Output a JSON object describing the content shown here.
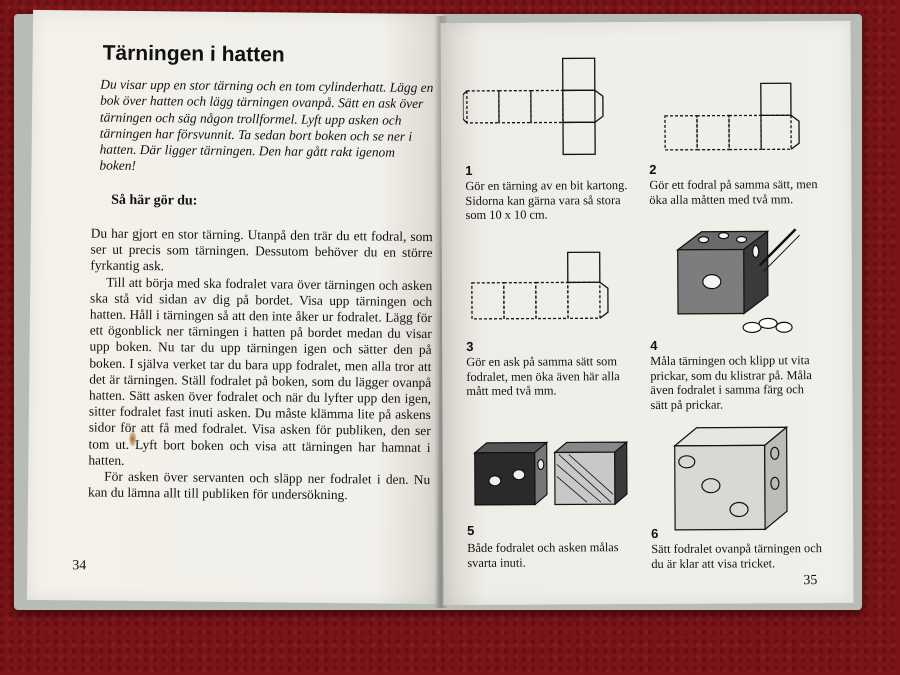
{
  "left_page": {
    "title": "Tärningen i hatten",
    "intro": "Du visar upp en stor tärning och en tom cylinderhatt. Lägg en bok över hatten och lägg tärningen ovanpå. Sätt en ask över tärningen och säg någon trollformel. Lyft upp asken och tärningen har försvunnit. Ta sedan bort boken och se ner i hatten. Där ligger tärningen. Den har gått rakt igenom boken!",
    "subheading": "Så här gör du:",
    "paragraphs": [
      "Du har gjort en stor tärning. Utanpå den trär du ett fodral, som ser ut precis som tärningen. Dessutom behöver du en större fyrkantig ask.",
      "Till att börja med ska fodralet vara över tärningen och asken ska stå vid sidan av dig på bordet. Visa upp tärningen och hatten. Håll i tärningen så att den inte åker ur fodralet. Lägg för ett ögonblick ner tärningen i hatten på bordet medan du visar upp boken. Nu tar du upp tärningen igen och sätter den på boken. I själva verket tar du bara upp fodralet, men alla tror att det är tärningen. Ställ fodralet på boken, som du lägger ovanpå hatten. Sätt asken över fodralet och när du lyfter upp den igen, sitter fodralet fast inuti asken. Du måste klämma lite på askens sidor för att få med fodralet. Visa asken för publiken, den ser tom ut. Lyft bort boken och visa att tärningen har hamnat i hatten.",
      "För asken över servanten och släpp ner fodralet i den. Nu kan du lämna allt till publiken för undersökning."
    ],
    "page_number": "34"
  },
  "right_page": {
    "steps": [
      {
        "number": "1",
        "caption": "Gör en tärning av en bit kartong. Sidorna kan gärna vara så stora som 10 x 10 cm."
      },
      {
        "number": "2",
        "caption": "Gör ett fodral på samma sätt, men öka alla måtten med två mm."
      },
      {
        "number": "3",
        "caption": "Gör en ask på samma sätt som fodralet, men öka även här alla mått med två mm."
      },
      {
        "number": "4",
        "caption": "Måla tärningen och klipp ut vita prickar, som du klistrar på. Måla även fodralet i samma färg och sätt på prickar."
      },
      {
        "number": "5",
        "caption": "Både fodralet och asken målas svarta inuti."
      },
      {
        "number": "6",
        "caption": "Sätt fodralet ovanpå tärningen och du är klar att visa tricket."
      }
    ],
    "page_number": "35"
  }
}
